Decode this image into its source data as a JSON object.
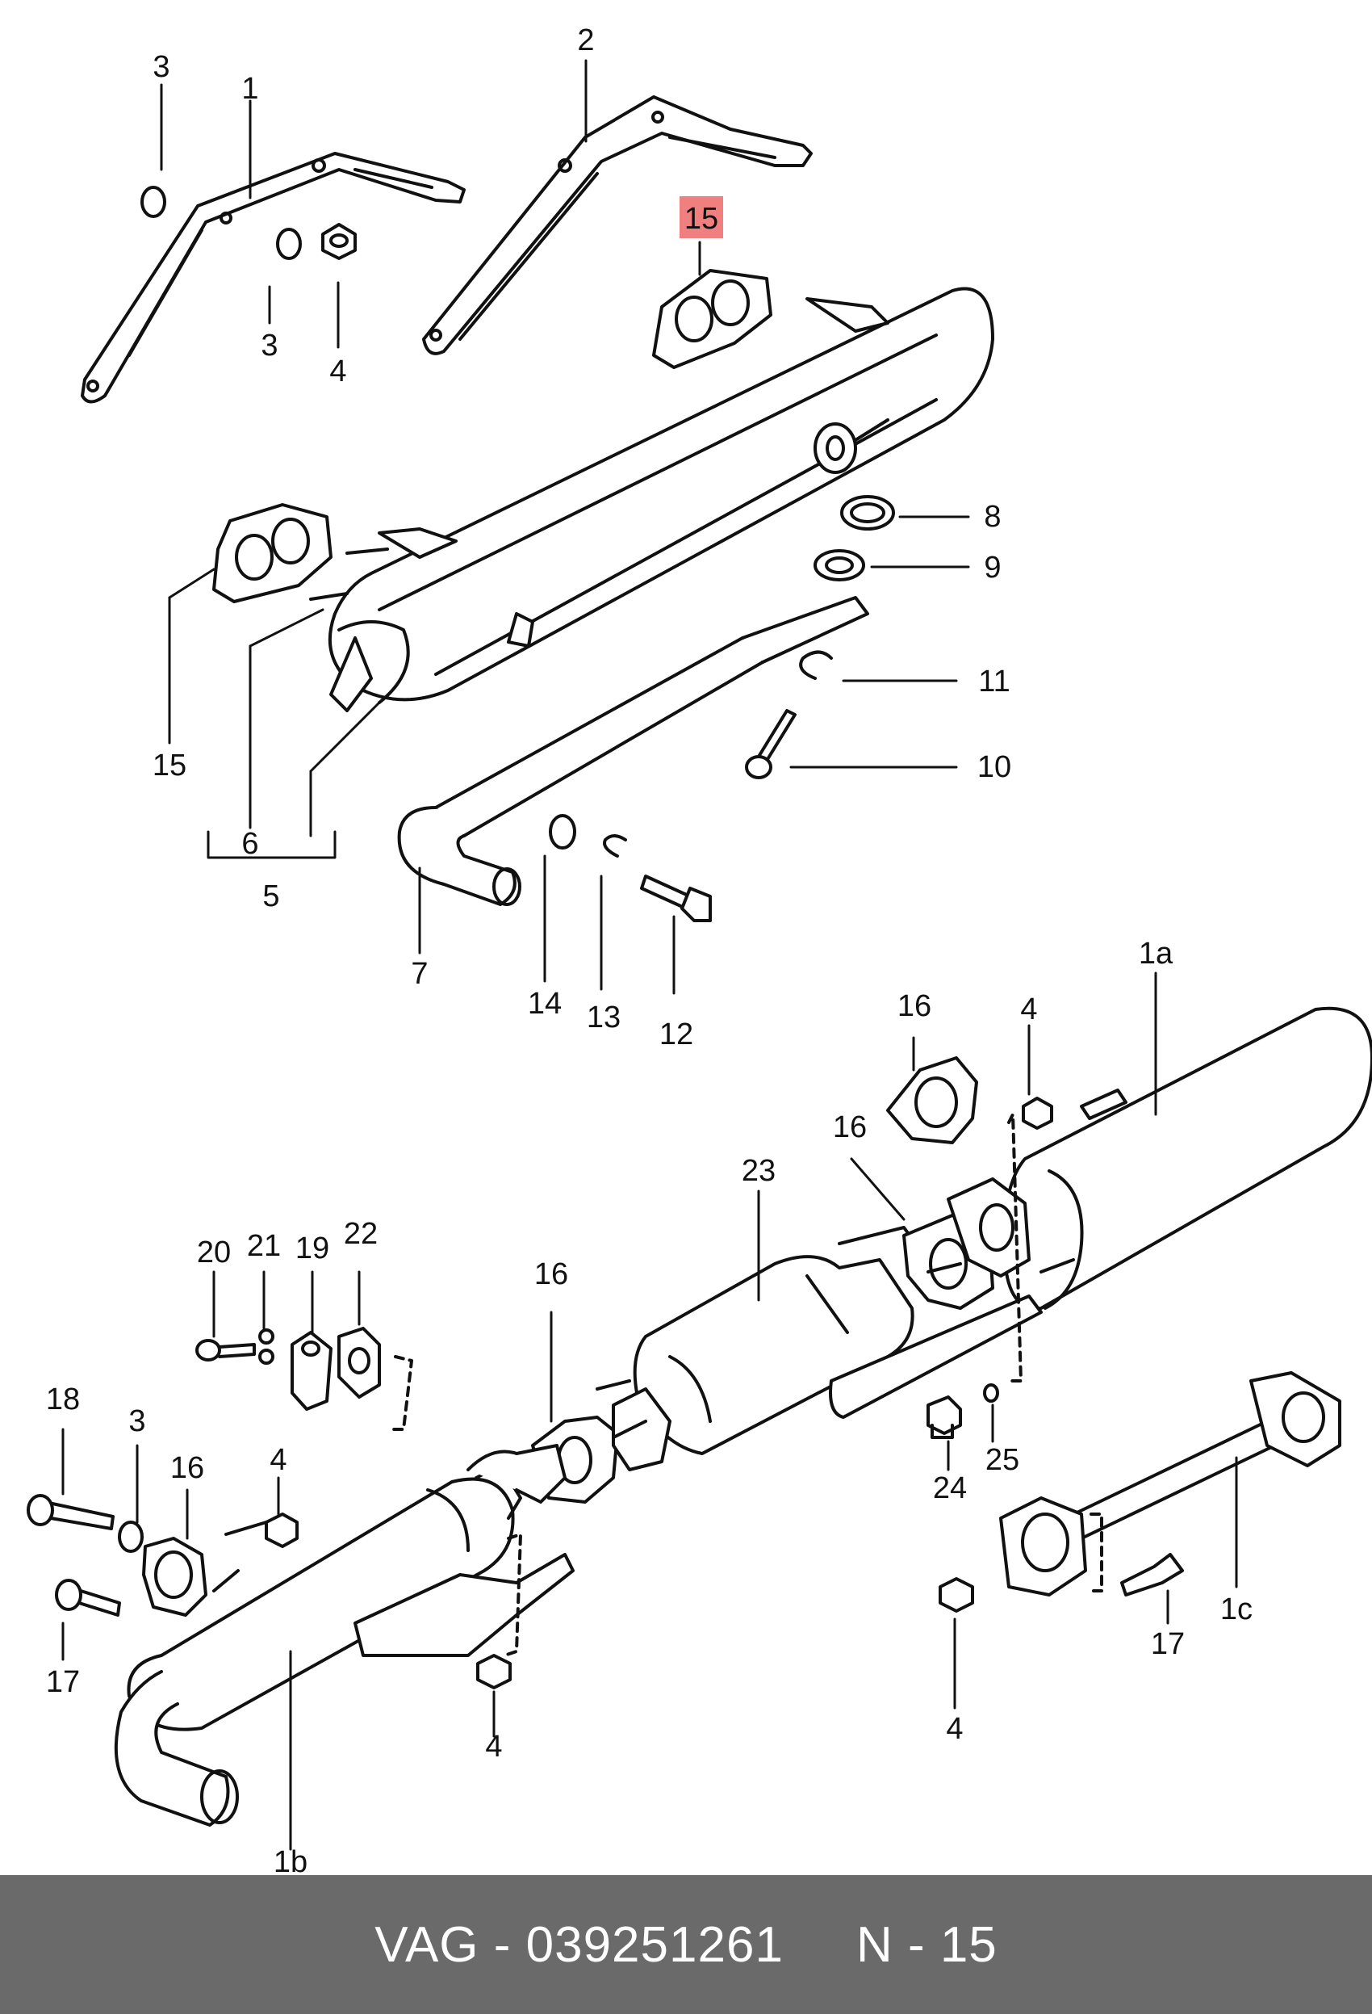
{
  "highlight_color": "#f08080",
  "labels": [
    {
      "key": "p1",
      "text": "1"
    },
    {
      "key": "p2",
      "text": "2"
    },
    {
      "key": "p3a",
      "text": "3"
    },
    {
      "key": "p3b",
      "text": "3"
    },
    {
      "key": "p4a",
      "text": "4"
    },
    {
      "key": "p15hl",
      "text": "15",
      "highlighted": true
    },
    {
      "key": "p8",
      "text": "8"
    },
    {
      "key": "p9",
      "text": "9"
    },
    {
      "key": "p11",
      "text": "11"
    },
    {
      "key": "p10",
      "text": "10"
    },
    {
      "key": "p15",
      "text": "15"
    },
    {
      "key": "p6",
      "text": "6"
    },
    {
      "key": "p5",
      "text": "5"
    },
    {
      "key": "p7",
      "text": "7"
    },
    {
      "key": "p14",
      "text": "14"
    },
    {
      "key": "p13",
      "text": "13"
    },
    {
      "key": "p12",
      "text": "12"
    },
    {
      "key": "p1a",
      "text": "1a"
    },
    {
      "key": "p16a",
      "text": "16"
    },
    {
      "key": "p4b",
      "text": "4"
    },
    {
      "key": "p16b",
      "text": "16"
    },
    {
      "key": "p23",
      "text": "23"
    },
    {
      "key": "p20",
      "text": "20"
    },
    {
      "key": "p21",
      "text": "21"
    },
    {
      "key": "p19",
      "text": "19"
    },
    {
      "key": "p22",
      "text": "22"
    },
    {
      "key": "p16c",
      "text": "16"
    },
    {
      "key": "p18",
      "text": "18"
    },
    {
      "key": "p3c",
      "text": "3"
    },
    {
      "key": "p16d",
      "text": "16"
    },
    {
      "key": "p4c",
      "text": "4"
    },
    {
      "key": "p24",
      "text": "24"
    },
    {
      "key": "p25",
      "text": "25"
    },
    {
      "key": "p17a",
      "text": "17"
    },
    {
      "key": "p4d",
      "text": "4"
    },
    {
      "key": "p17b",
      "text": "17"
    },
    {
      "key": "p1c",
      "text": "1c"
    },
    {
      "key": "p4e",
      "text": "4"
    },
    {
      "key": "p1b",
      "text": "1b"
    }
  ],
  "footer": {
    "brand_part": "VAG - 039251261",
    "ref": "N - 15"
  }
}
